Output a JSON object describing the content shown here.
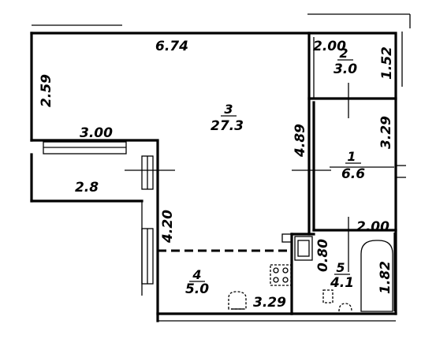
{
  "rooms": [
    {
      "number": "1",
      "area": "6.6"
    },
    {
      "number": "2",
      "area": "3.0"
    },
    {
      "number": "3",
      "area": "27.3"
    },
    {
      "number": "4",
      "area": "5.0"
    },
    {
      "number": "5",
      "area": "4.1"
    }
  ],
  "dimensions": {
    "main_top_width": "6.74",
    "main_left_height": "2.59",
    "main_right_height": "4.89",
    "balcony_width": "3.00",
    "balcony_depth": "2.8",
    "corridor_height": "4.20",
    "room2_width": "2.00",
    "room2_height": "1.52",
    "room1_height": "3.29",
    "room5_width": "2.00",
    "room5_door_width": "0.80",
    "room5_height": "1.82",
    "room4_width": "3.29"
  }
}
